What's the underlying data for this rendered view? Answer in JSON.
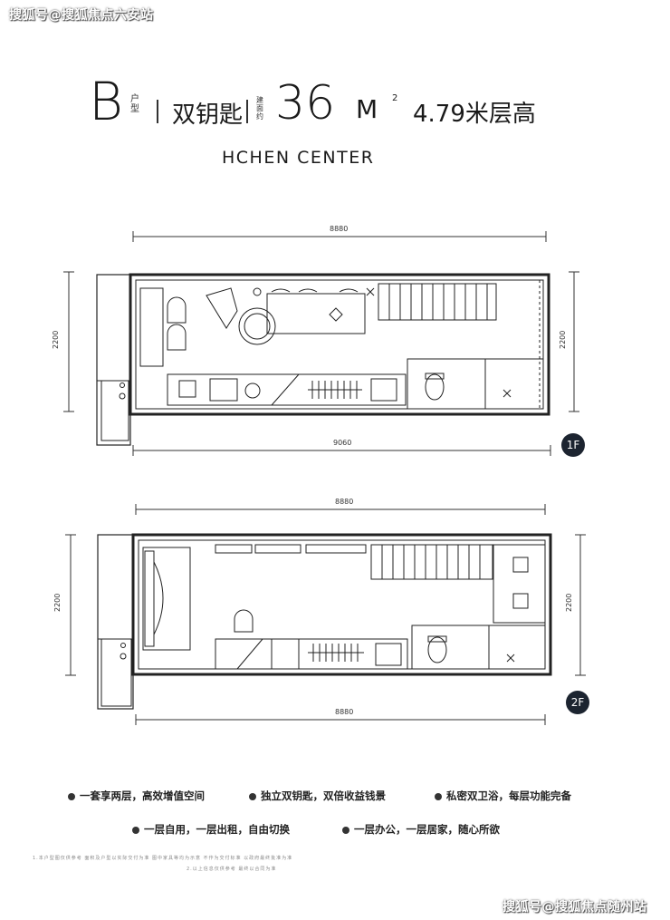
{
  "watermark_top": "搜狐号@搜狐焦点六安站",
  "watermark_bottom": "搜狐号@搜狐焦点随州站",
  "title": {
    "type": "B",
    "type_label": "户型",
    "name": "双钥匙",
    "area_label": "建面约",
    "area": "36",
    "unit": "M",
    "unit_sup": "2",
    "height": "4.79米层高"
  },
  "subtitle": "HCHEN CENTER",
  "floor_1f": {
    "badge": "1F",
    "dim_top": "8880",
    "dim_bottom": "9060",
    "dim_left": "2200",
    "dim_right": "2200"
  },
  "floor_2f": {
    "badge": "2F",
    "dim_top": "8880",
    "dim_bottom": "8880",
    "dim_left": "2200",
    "dim_right": "2200"
  },
  "features": [
    "一套享两层，高效增值空间",
    "独立双钥匙，双倍收益钱景",
    "私密双卫浴，每层功能完备",
    "一层自用，一层出租，自由切换",
    "一层办公，一层居家，随心所欲"
  ],
  "footer_note": "1.本户型图仅供参考 面积及户型以实际交付为准 图中家具等均为示意 不作为交付标准 以政府最终批准为准",
  "footer_note2": "2.以上信息仅供参考 最终以合同为准"
}
